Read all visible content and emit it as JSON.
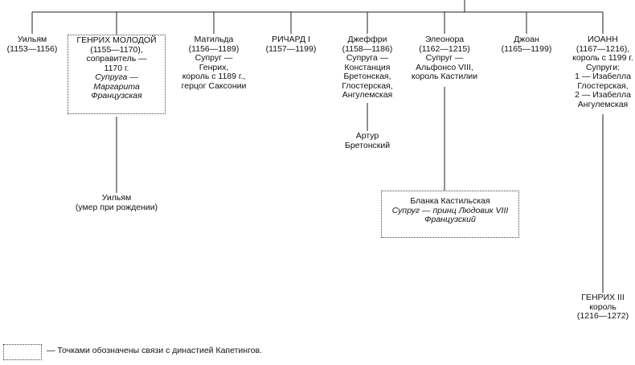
{
  "nodes": {
    "william1": [
      "Уильям",
      "(1153—1156)"
    ],
    "henry_young": {
      "lines": [
        "ГЕНРИХ МОЛОДОЙ",
        "(1155—1170),",
        "соправитель —",
        "1170 г."
      ],
      "spouse": [
        "Супруга —",
        "Маргарита",
        "Французская"
      ]
    },
    "matilda": [
      "Матильда",
      "(1156—1189)",
      "Супруг —",
      "Генрих,",
      "король с 1189 г.,",
      "герцог Саксонии"
    ],
    "richard": [
      "РИЧАРД I",
      "(1157—1199)"
    ],
    "geoffrey": [
      "Джеффри",
      "(1158—1186)",
      "Супруга —",
      "Констанция",
      "Бретонская,",
      "Глостерская,",
      "Ангулемская"
    ],
    "eleanor": [
      "Элеонора",
      "(1162—1215)",
      "Супруг —",
      "Альфонсо VIII,",
      "король Кастилии"
    ],
    "joan": [
      "Джоан",
      "(1165—1199)"
    ],
    "john": [
      "ИОАНН",
      "(1167—1216),",
      "король с 1199 г.",
      "Супруги:",
      "1 — Изабелла",
      "Глостерская,",
      "2 — Изабелла",
      "Ангулемская"
    ],
    "arthur": [
      "Артур",
      "Бретонский"
    ],
    "william2": [
      "Уильям",
      "(умер при рождении)"
    ],
    "blanca": {
      "name": "Бланка Кастильская",
      "spouse": [
        "Супруг — принц Людовик VIII",
        "Французский"
      ]
    },
    "henry3": [
      "ГЕНРИХ III",
      "король",
      "(1216—1272)"
    ]
  },
  "legend": {
    "text": "— Точками обозначены связи с династией Капетингов."
  }
}
